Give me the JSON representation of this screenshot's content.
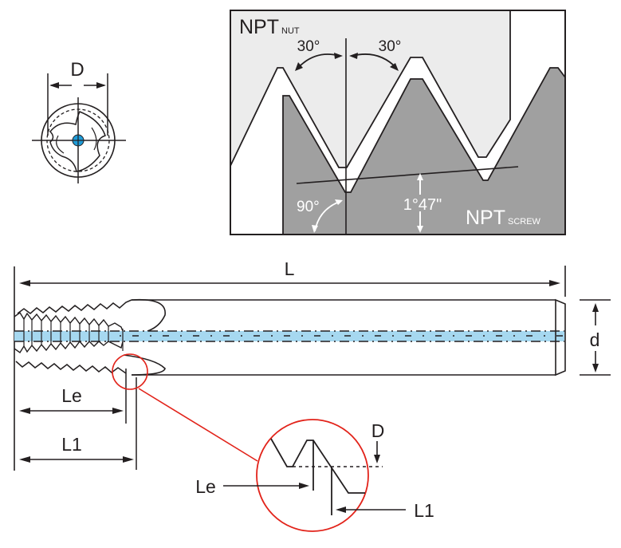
{
  "title": "NPT tap dimension diagram",
  "colors": {
    "line": "#231f20",
    "nut_fill": "#ececec",
    "screw_fill": "#a0a0a0",
    "centerline_band": "#a6d8f0",
    "detail_circle": "#e2231a",
    "center_dot": "#1e9bd7"
  },
  "end_view": {
    "dimension_label": "D"
  },
  "thread_profile": {
    "nut_label": "NPT",
    "nut_sub": "NUT",
    "screw_label": "NPT",
    "screw_sub": "SCREW",
    "left_angle": "30°",
    "right_angle": "30°",
    "right_angle_label": "90°",
    "taper_angle": "1°47\""
  },
  "side_view": {
    "overall_length_label": "L",
    "shank_diameter_label": "d",
    "effective_thread_label": "Le",
    "thread_length_label": "L1"
  },
  "detail_view": {
    "diameter_label": "D",
    "effective_thread_label": "Le",
    "thread_length_label": "L1"
  }
}
